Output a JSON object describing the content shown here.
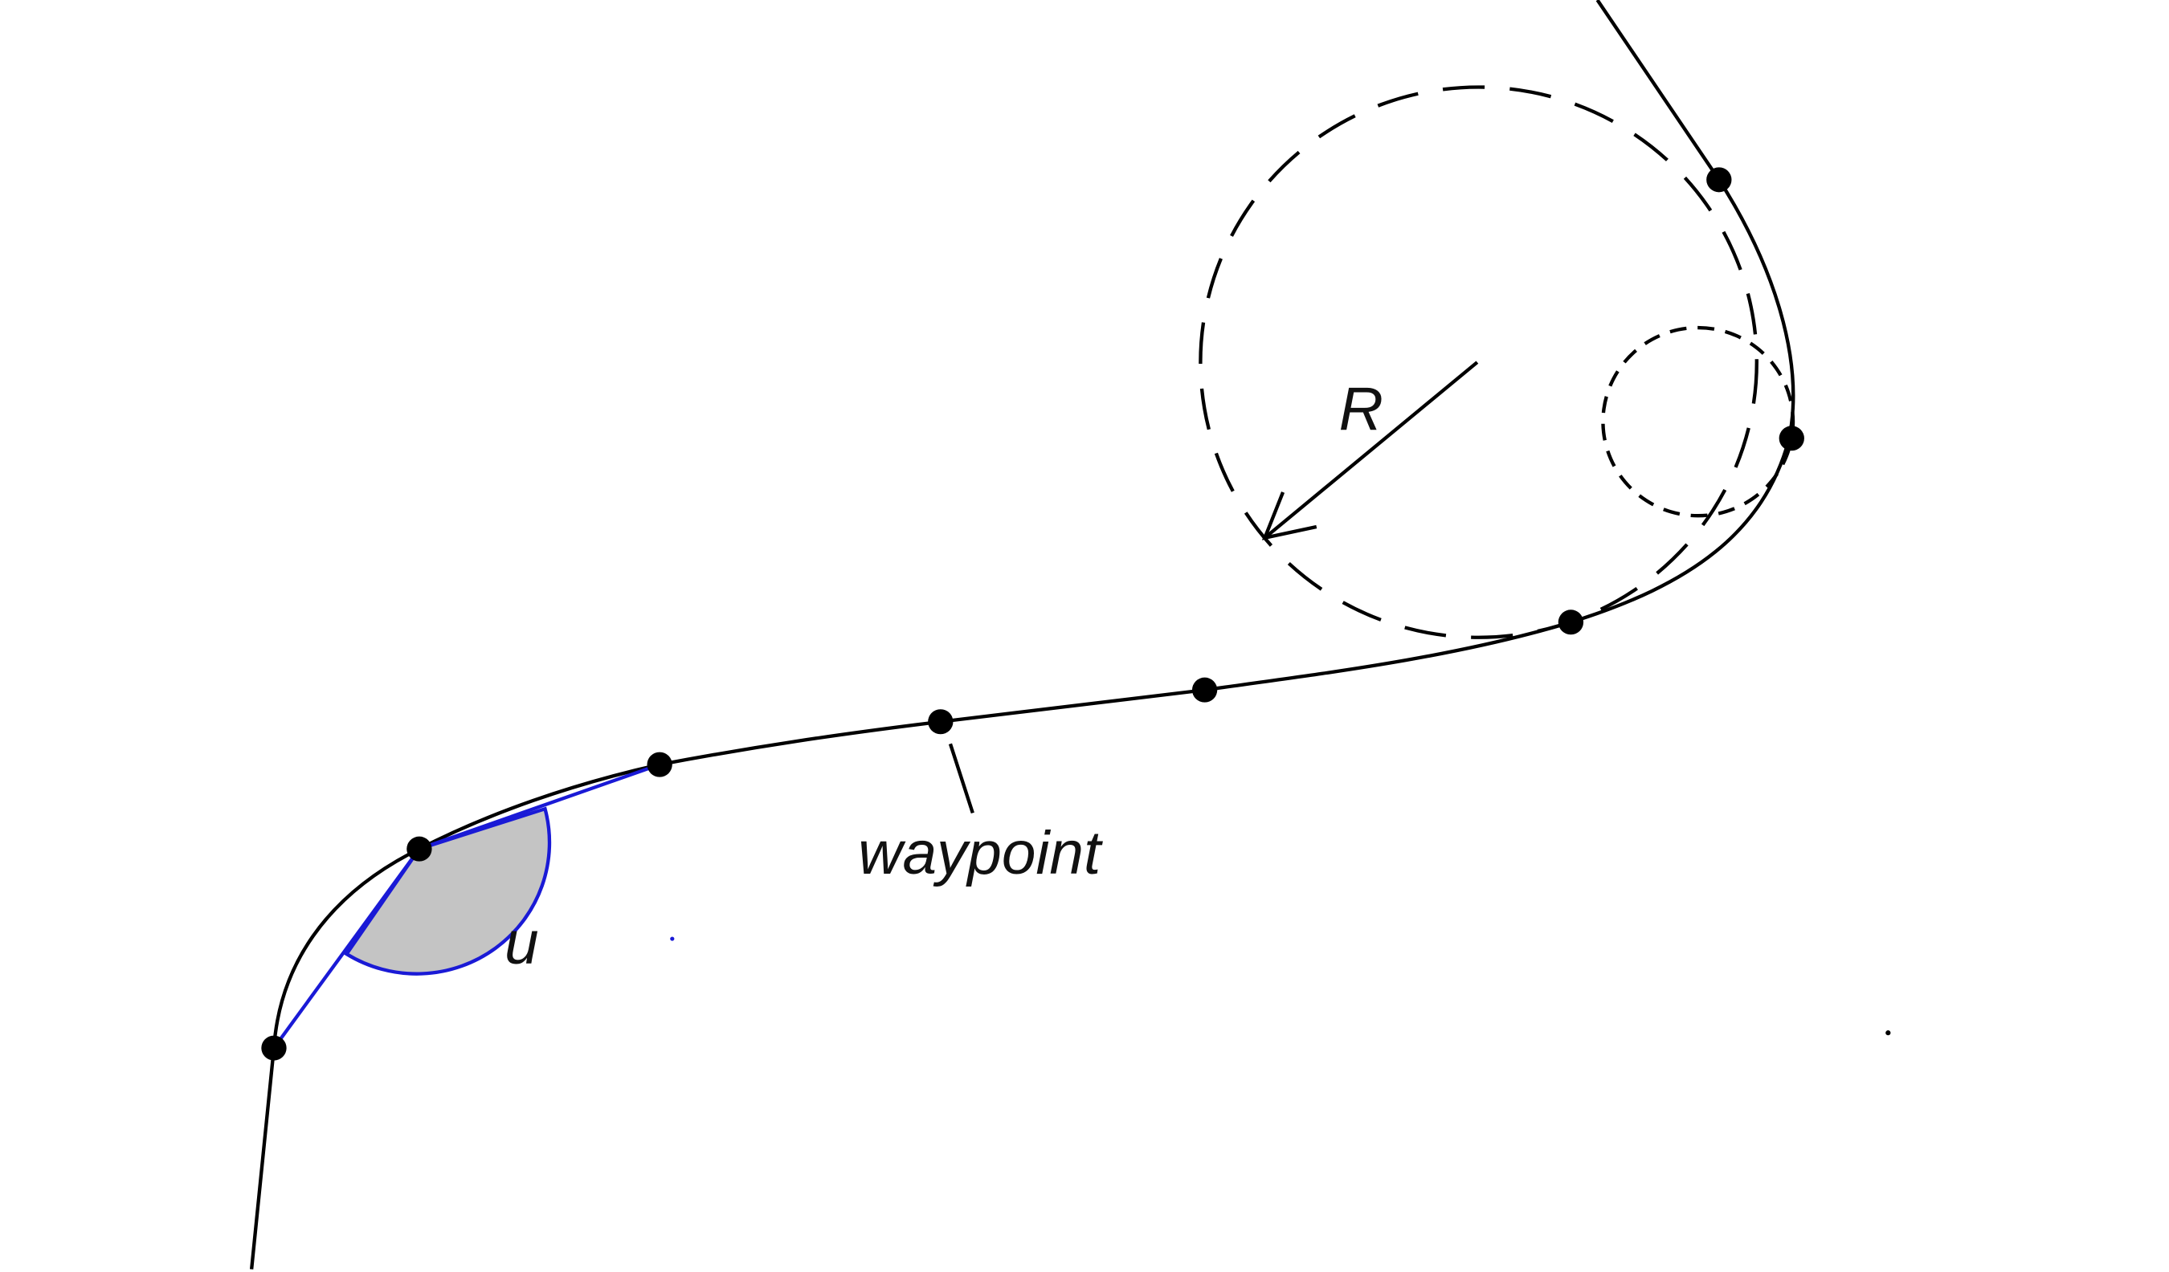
{
  "labels": {
    "radius": "R",
    "waypoint": "waypoint",
    "angle": "u"
  },
  "colors": {
    "path": "#000000",
    "angle_lines": "#1a1ad6",
    "angle_fill": "#c4c4c4",
    "background": "#ffffff"
  }
}
